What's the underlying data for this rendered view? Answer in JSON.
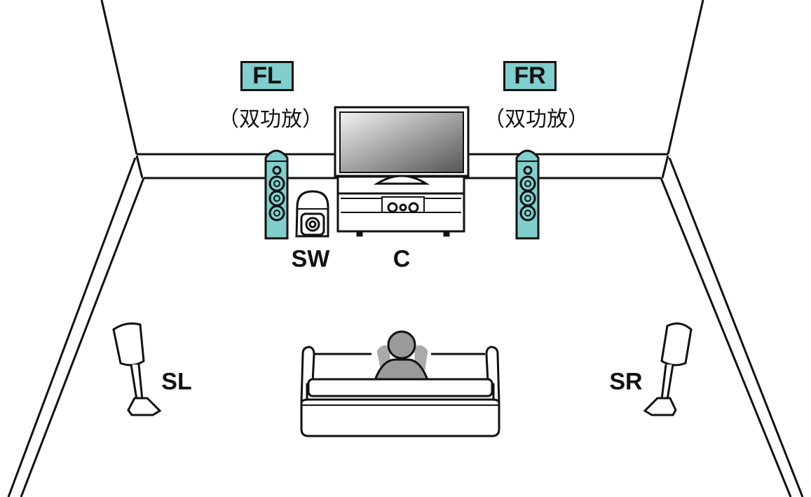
{
  "colors": {
    "speaker_highlight": "#80cfcd",
    "listener": "#9a9a9a"
  },
  "labels": {
    "fl": "FL",
    "fr": "FR",
    "fl_note": "（双功放）",
    "fr_note": "（双功放）",
    "sw": "SW",
    "c": "C",
    "sl": "SL",
    "sr": "SR"
  }
}
